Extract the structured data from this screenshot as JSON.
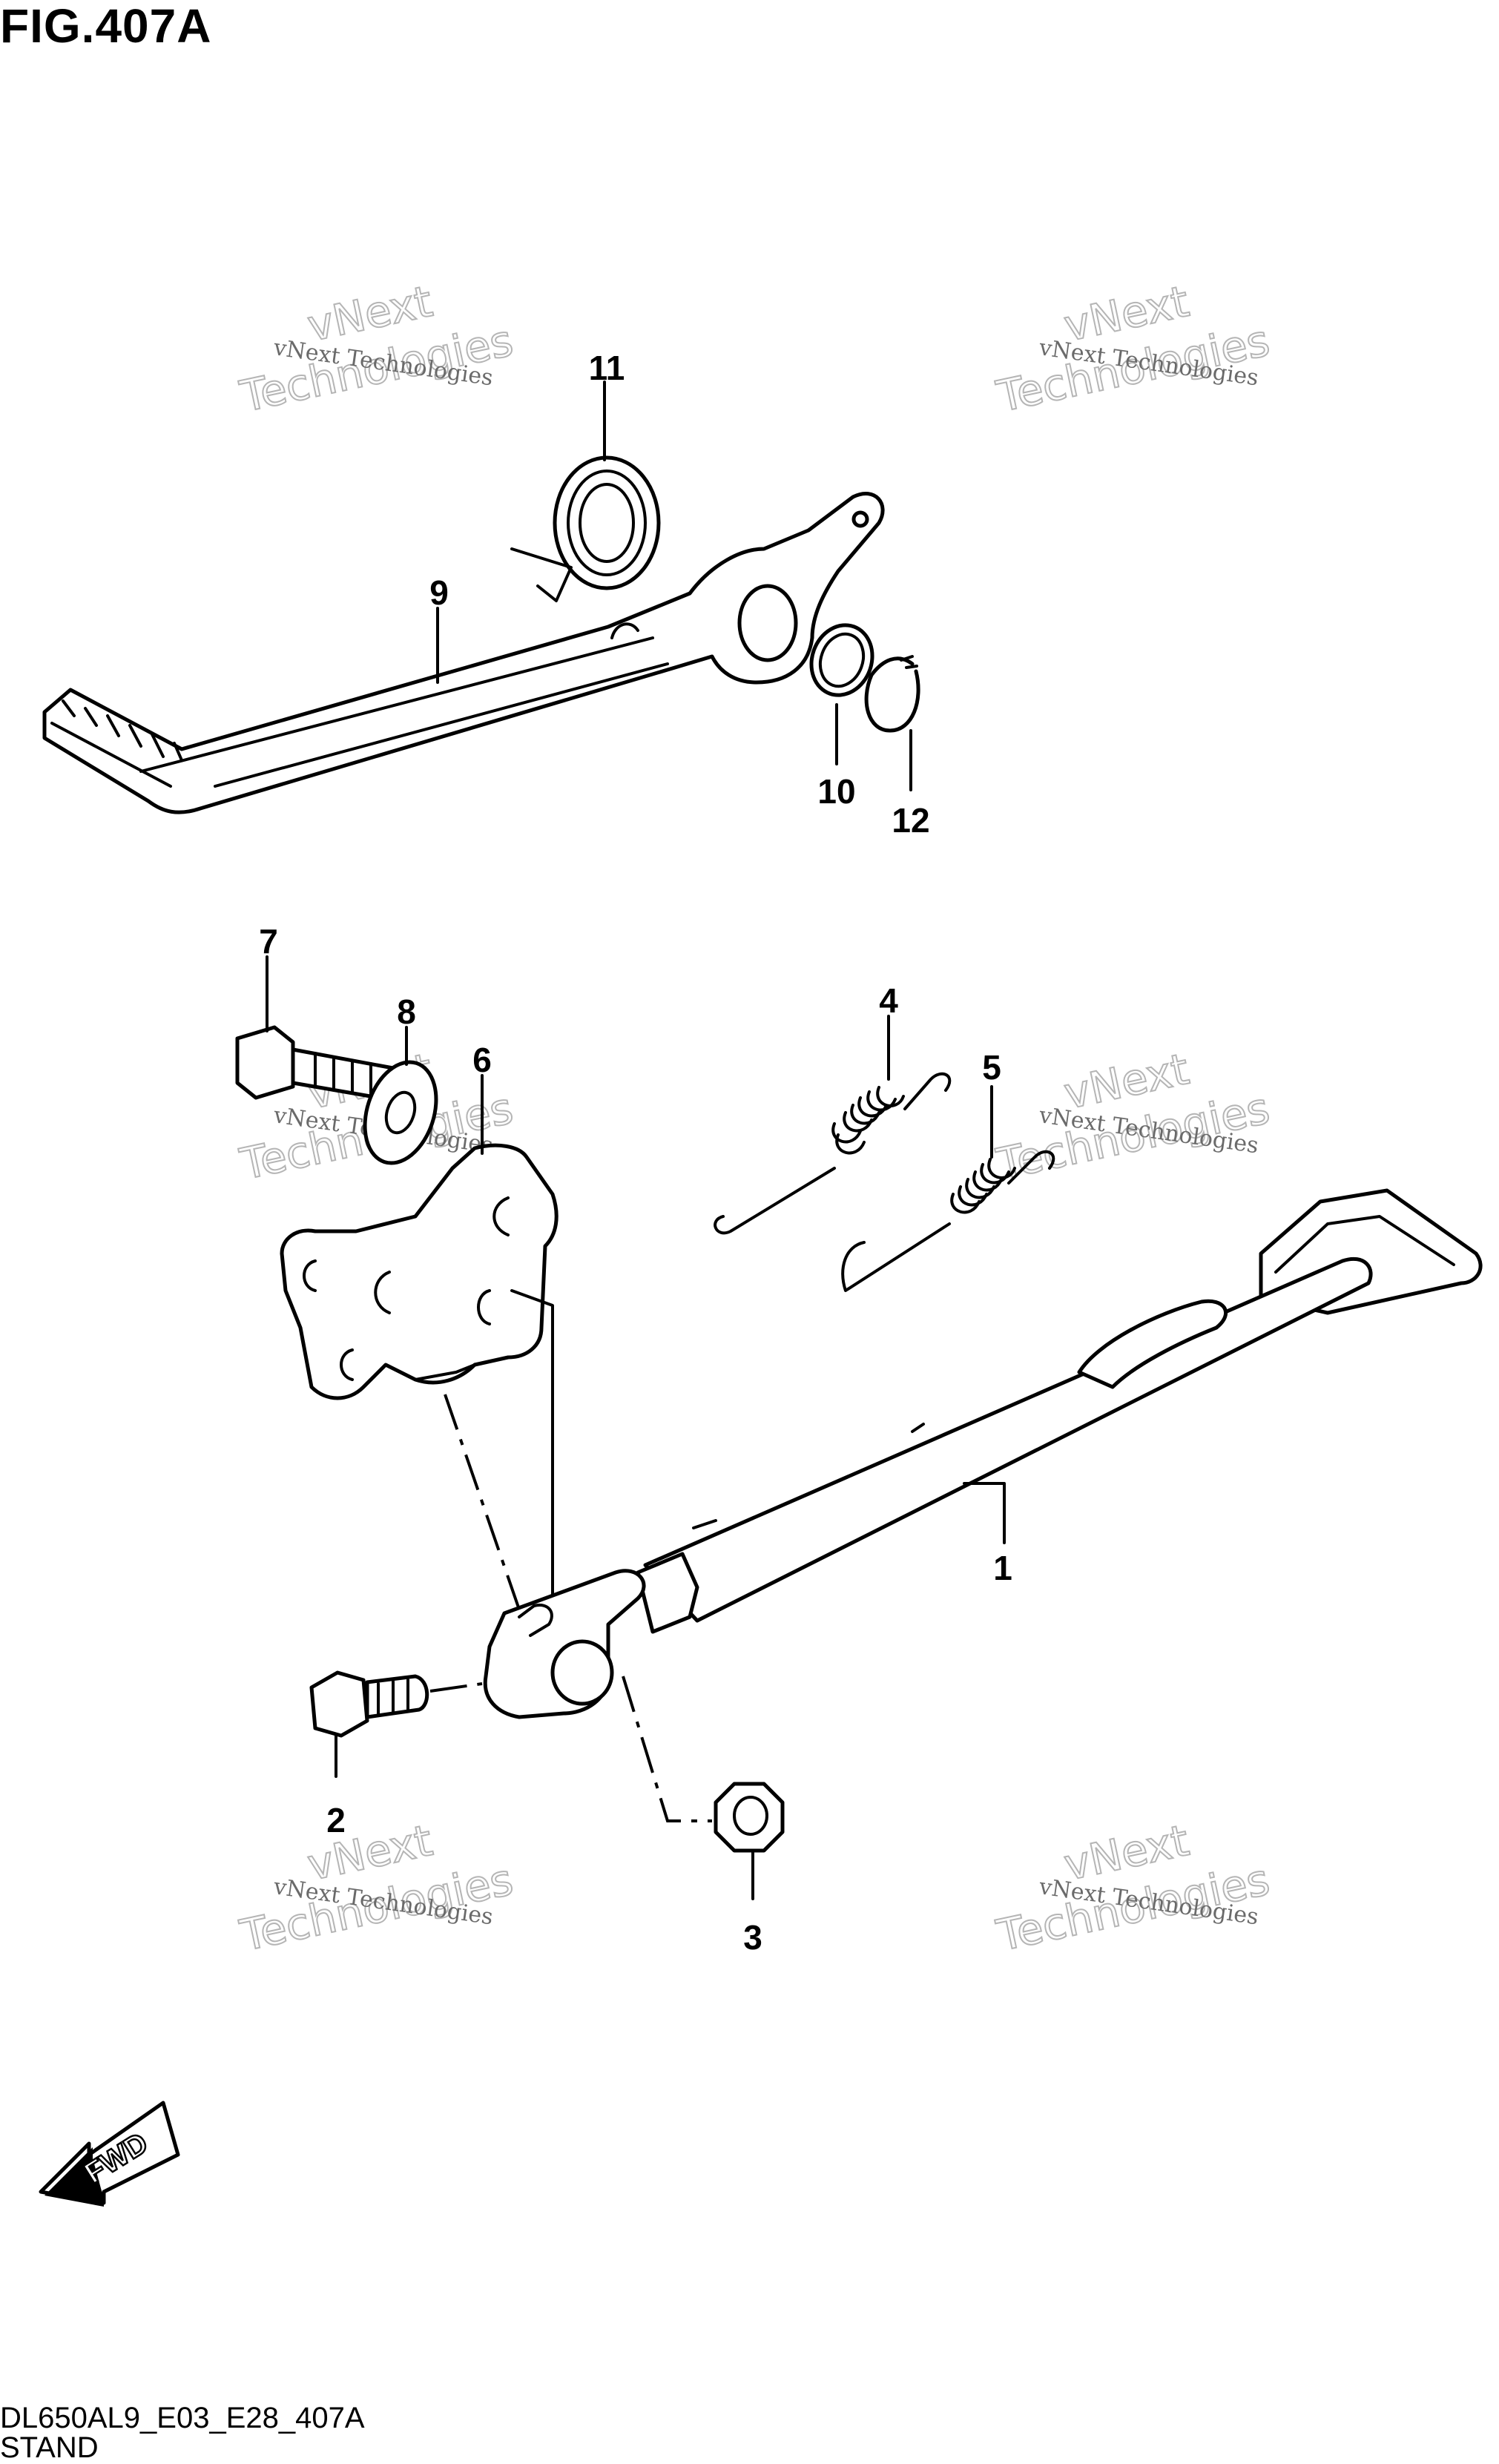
{
  "figure": {
    "title": "FIG.407A",
    "code": "DL650AL9_E03_E28_407A",
    "name": "STAND"
  },
  "watermark": {
    "line1": "vNext Technologies",
    "line2": "vNext",
    "line3": "Technologies"
  },
  "direction_label": "FWD",
  "callouts": {
    "c1": "1",
    "c2": "2",
    "c3": "3",
    "c4": "4",
    "c5": "5",
    "c6": "6",
    "c7": "7",
    "c8": "8",
    "c9": "9",
    "c10": "10",
    "c11": "11",
    "c12": "12"
  }
}
